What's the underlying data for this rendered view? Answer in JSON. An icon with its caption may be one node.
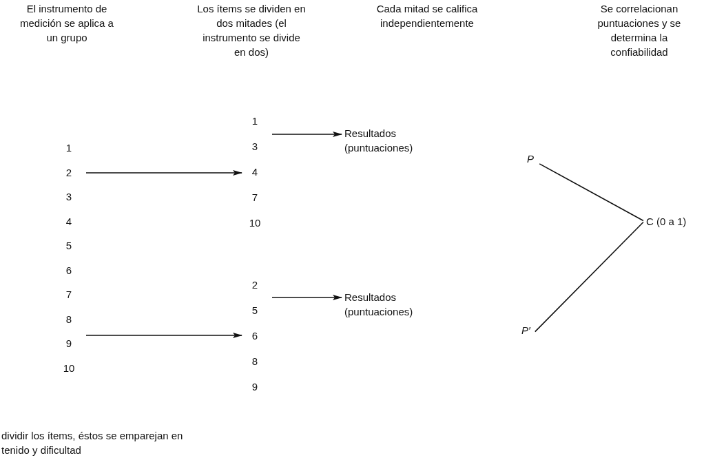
{
  "diagram": {
    "nodes": [
      {
        "text": [
          "1",
          "2",
          "3",
          "4",
          "5",
          "6",
          "7",
          "8",
          "9",
          "10"
        ]
      },
      {
        "text": [
          "1",
          "3",
          "4",
          "7",
          "10"
        ]
      },
      {
        "text": [
          "2",
          "5",
          "6",
          "8",
          "9"
        ]
      },
      {
        "text": [
          "Resultados (puntuaciones)"
        ]
      },
      {
        "text": [
          "Resultados (puntuaciones)"
        ]
      },
      {
        "text": [
          "P"
        ]
      },
      {
        "text": [
          "P′"
        ]
      },
      {
        "text": [
          "C (0 a 1)"
        ]
      }
    ],
    "edges": [
      {
        "from": 0,
        "to": 1,
        "arrow": "to"
      },
      {
        "from": 0,
        "to": 2,
        "arrow": "to"
      },
      {
        "from": 1,
        "to": 3,
        "arrow": "to"
      },
      {
        "from": 2,
        "to": 4,
        "arrow": "to"
      },
      {
        "from": 5,
        "to": 7,
        "arrow": "none"
      },
      {
        "from": 6,
        "to": 7,
        "arrow": "none"
      }
    ],
    "labels": [
      "El instrumento de medición se aplica a un grupo",
      "Los ítems se dividen en dos mitades (el instrumento se divide en dos)",
      "Cada mitad se califica independientemente",
      "Se correlacionan puntuaciones y se determina la confiabilidad",
      "dividir los ítems, éstos se emparejan en tenido y dificultad"
    ]
  }
}
